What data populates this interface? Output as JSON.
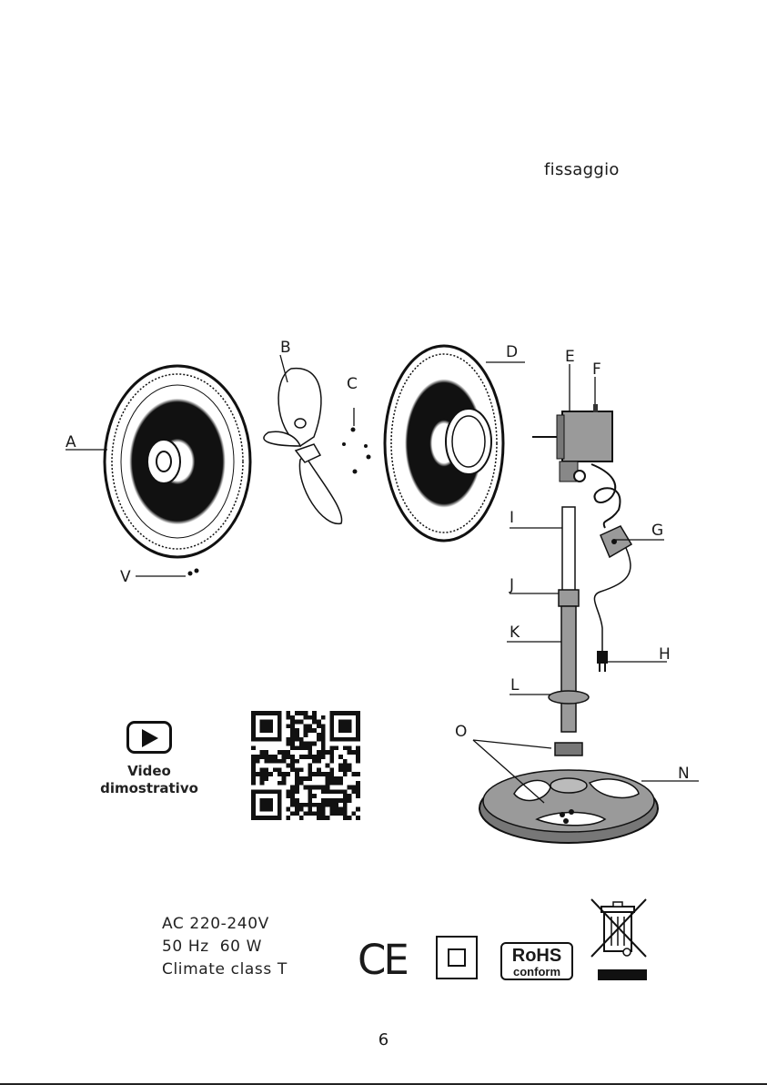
{
  "header": {
    "fragment": "fissaggio"
  },
  "diagram": {
    "labels": {
      "A": "A",
      "B": "B",
      "C": "C",
      "D": "D",
      "E": "E",
      "F": "F",
      "G": "G",
      "H": "H",
      "I": "I",
      "J": "J",
      "K": "K",
      "L": "L",
      "N": "N",
      "O": "O",
      "V": "V"
    }
  },
  "video": {
    "caption_line1": "Video",
    "caption_line2": "dimostrativo"
  },
  "specs": {
    "line1": "AC 220-240V",
    "line2": "50 Hz  60 W",
    "line3": "Climate class T"
  },
  "marks": {
    "ce": "CE",
    "rohs_line1": "RoHS",
    "rohs_line2": "conform"
  },
  "footer": {
    "page_number": "6"
  },
  "colors": {
    "ink": "#1a1a1a",
    "metal_grey": "#9a9a9a",
    "dark": "#111111"
  }
}
